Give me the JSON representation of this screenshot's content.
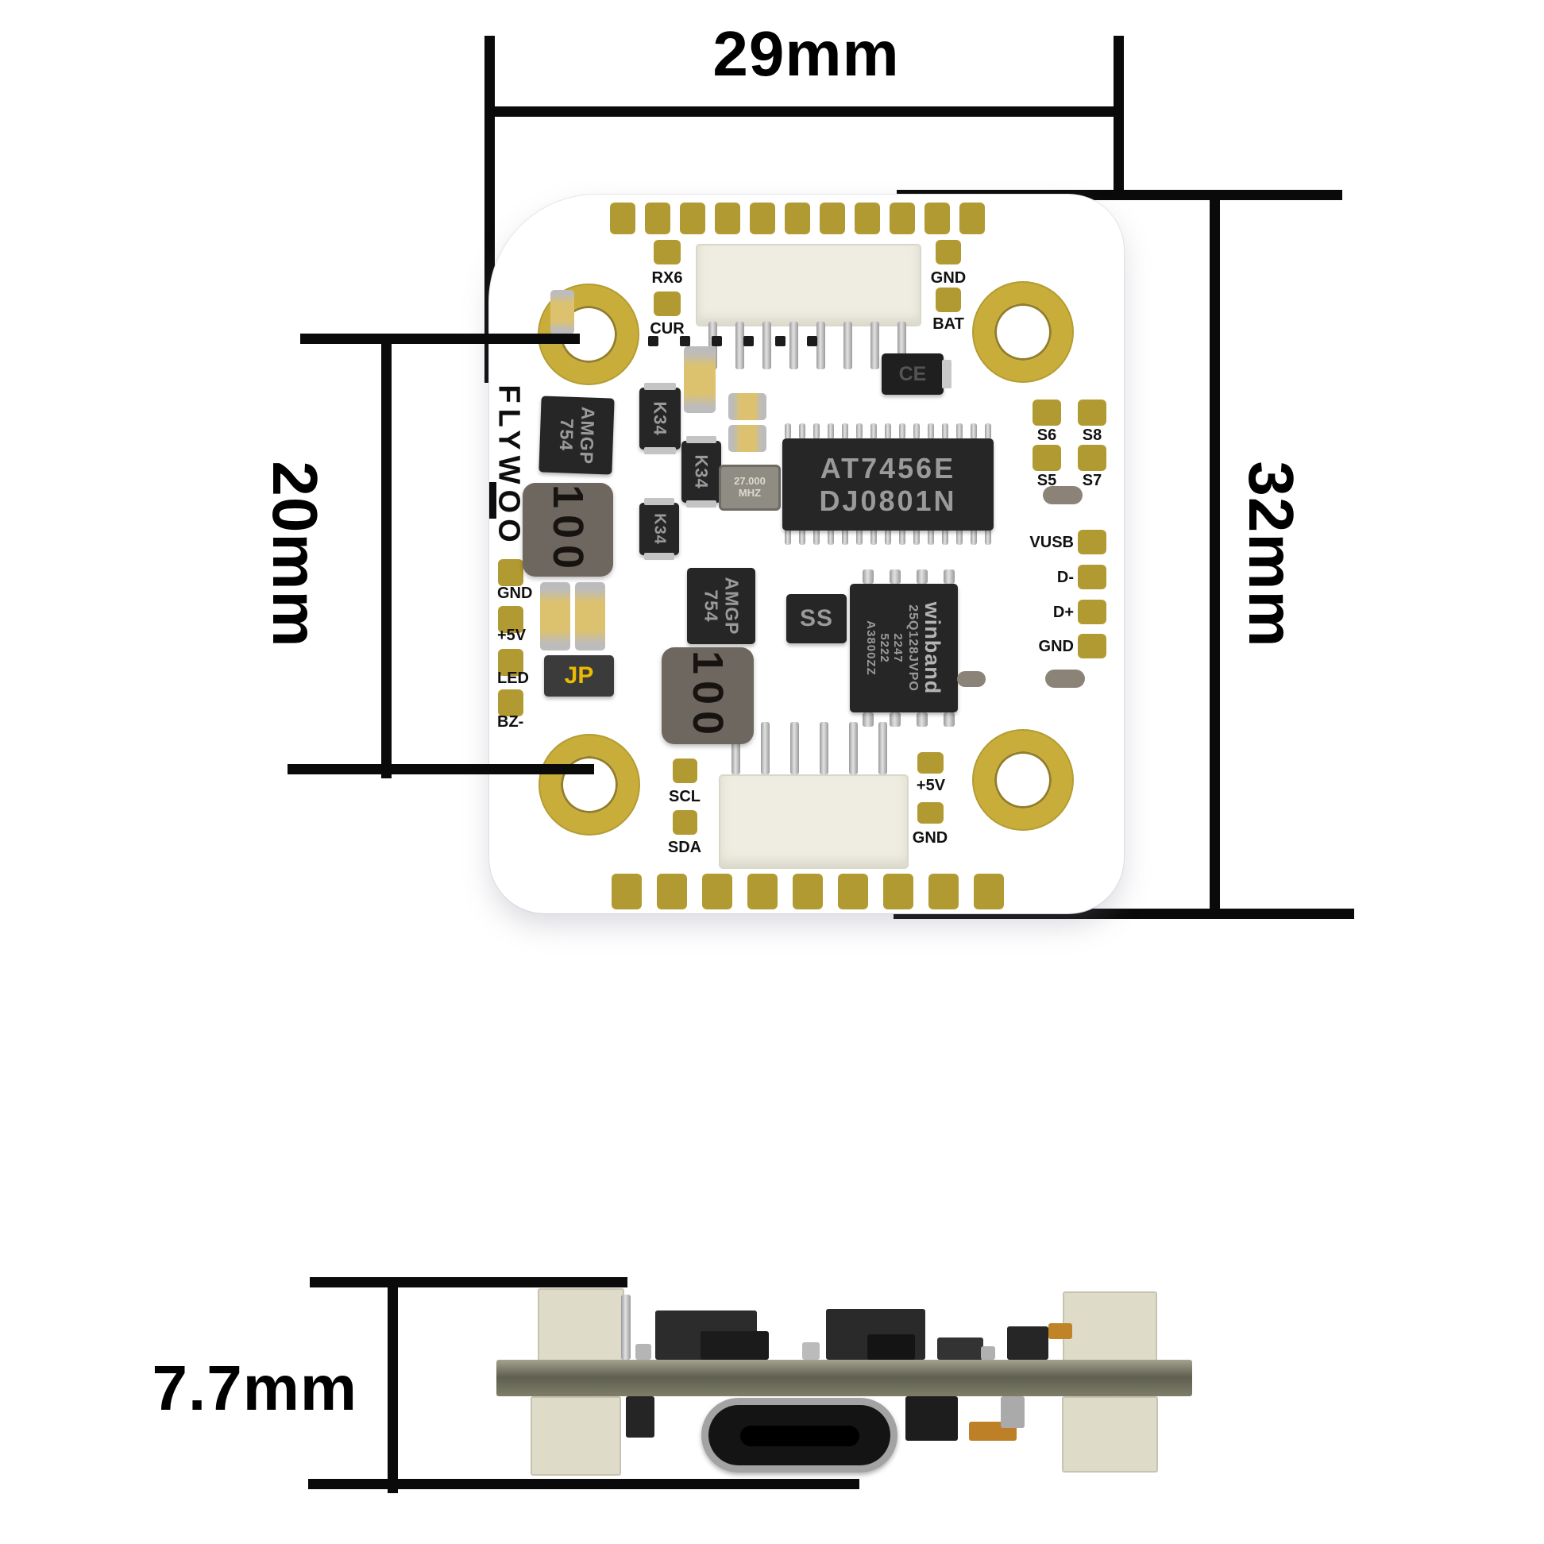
{
  "dimensions": {
    "width_label": "29mm",
    "height_label": "32mm",
    "hole_spacing_label": "20mm",
    "thickness_label": "7.7mm"
  },
  "board": {
    "brand": "FLYWOO",
    "labels": {
      "rx6": "RX6",
      "cur": "CUR",
      "gnd_top": "GND",
      "bat": "BAT",
      "s5": "S5",
      "s6": "S6",
      "s7": "S7",
      "s8": "S8",
      "vusb": "VUSB",
      "d_minus": "D-",
      "d_plus": "D+",
      "gnd_right": "GND",
      "gnd_left": "GND",
      "p5v_left": "+5V",
      "led": "LED",
      "bz": "BZ-",
      "scl": "SCL",
      "sda": "SDA",
      "p5v_bottom": "+5V",
      "gnd_bottom": "GND"
    },
    "components": {
      "osd_line1": "AT7456E",
      "osd_line2": "DJ0801N",
      "flash_brand": "winband",
      "flash_part": "25Q128JVPO",
      "flash_lot1": "2247",
      "flash_lot2": "5222",
      "flash_lot3": "A3800ZZ",
      "crystal_line1": "27.000",
      "crystal_line2": "MHZ",
      "reg_line1": "AMGP",
      "reg_line2": "754",
      "k34": "K34",
      "ss": "SS",
      "ce": "CE",
      "jp": "JP",
      "inductor": "100"
    }
  },
  "colors": {
    "pad_gold": "#b29a33",
    "ring_gold": "#c9ad3a",
    "board_white": "#ffffff",
    "silkscreen_black": "#111111",
    "chip_black": "#262626",
    "chip_text_gray": "#9a9a9a",
    "jp_yellow": "#ecba00",
    "side_pcb_olive": "#7e7d6a",
    "connector_cream": "#dedcc8"
  }
}
